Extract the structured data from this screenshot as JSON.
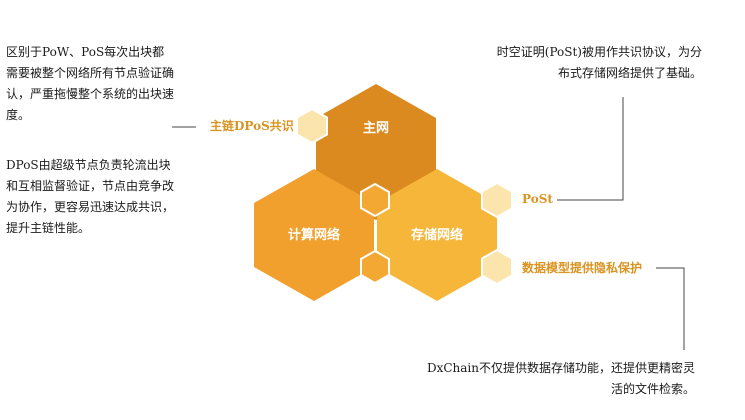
{
  "notes": {
    "left_top": "区别于PoW、PoS每次出块都需要被整个网络所有节点验证确认，严重拖慢整个系统的出块速度。",
    "left_bottom": "DPoS由超级节点负责轮流出块和互相监督验证，节点由竞争改为协作，更容易迅速达成共识，提升主链性能。",
    "right_top": "时空证明(PoSt)被用作共识协议，为分布式存储网络提供了基础。",
    "right_bottom": "DxChain不仅提供数据存储功能，还提供更精密灵活的文件检索。"
  },
  "labels": {
    "main_chain": "主链DPoS共识",
    "post": "PoSt",
    "privacy": "数据模型提供隐私保护"
  },
  "hexagons": {
    "main_net": "主网",
    "compute_net": "计算网络",
    "storage_net": "存储网络"
  },
  "colors": {
    "main_net": "#db8a1f",
    "compute_net": "#f1a02e",
    "storage_net": "#f6b63a",
    "small_hex": "#fce4ad",
    "label": "#d99422",
    "line": "#444444"
  }
}
